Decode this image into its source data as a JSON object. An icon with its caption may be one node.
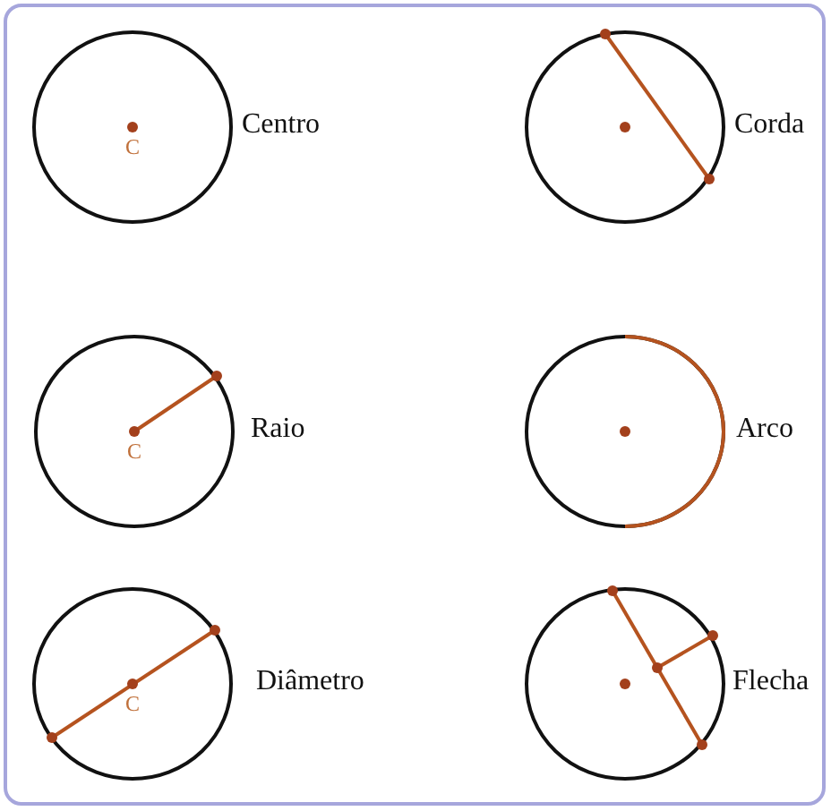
{
  "diagram": {
    "nodes": [
      {
        "text": [
          "C"
        ],
        "beside": [
          "Centro"
        ]
      },
      {
        "text": [],
        "shape": "circle",
        "beside": [
          "Corda"
        ]
      },
      {
        "text": [
          "C"
        ],
        "beside": [
          "Raio"
        ]
      },
      {
        "text": [],
        "shape": "circle",
        "beside": [
          "Arco"
        ]
      },
      {
        "text": [
          "C"
        ],
        "beside": [
          "Diâmetro"
        ]
      },
      {
        "text": [],
        "shape": "circle",
        "beside": [
          "Flecha"
        ]
      }
    ]
  }
}
